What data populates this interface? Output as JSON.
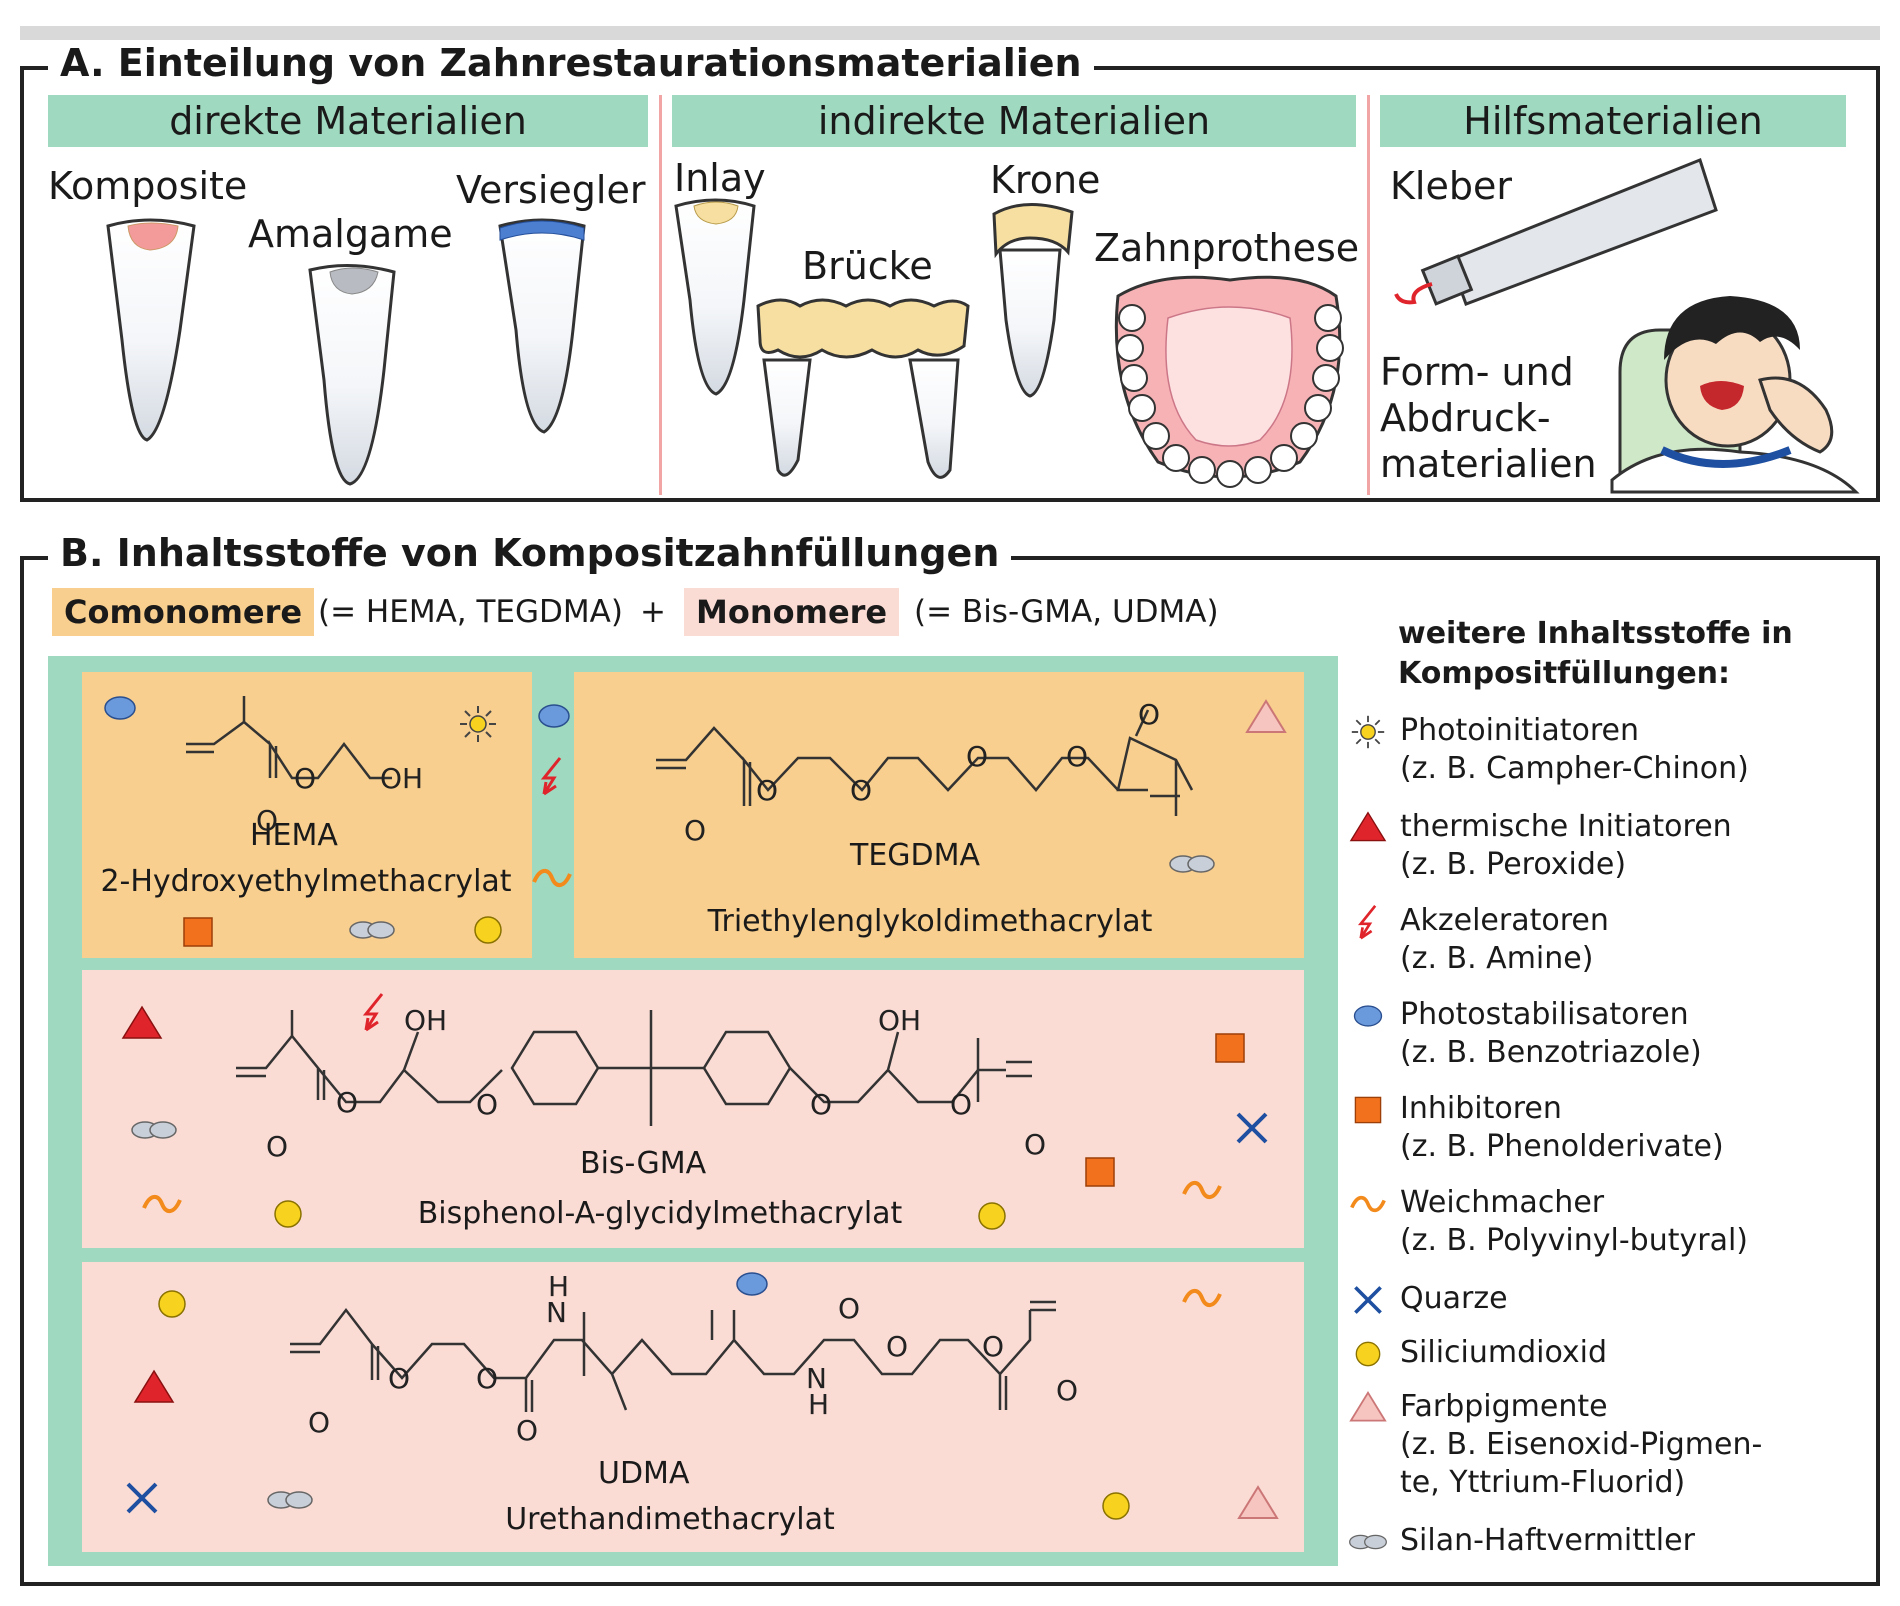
{
  "panel_a": {
    "title": "A. Einteilung von Zahnrestaurationsmaterialien",
    "headers": {
      "direct": "direkte Materialien",
      "indirect": "indirekte Materialien",
      "auxiliary": "Hilfsmaterialien"
    },
    "items": {
      "komposite": "Komposite",
      "amalgame": "Amalgame",
      "versiegler": "Versiegler",
      "inlay": "Inlay",
      "bruecke": "Brücke",
      "krone": "Krone",
      "zahnprothese": "Zahnprothese",
      "kleber": "Kleber",
      "form_line1": "Form- und",
      "form_line2": "Abdruck-",
      "form_line3": "materialien"
    }
  },
  "panel_b": {
    "title": "B. Inhaltsstoffe von Kompositzahnfüllungen",
    "comonomere_label": "Comonomere",
    "comonomere_note": "(= HEMA, TEGDMA)",
    "plus": "+",
    "monomere_label": "Monomere",
    "monomere_note": "(= Bis-GMA, UDMA)",
    "molecules": {
      "hema_name": "HEMA",
      "hema_full": "2-Hydroxyethylmethacrylat",
      "tegdma_name": "TEGDMA",
      "tegdma_full": "Triethylenglykoldimethacrylat",
      "bisgma_name": "Bis-GMA",
      "bisgma_full": "Bisphenol-A-glycidylmethacrylat",
      "udma_name": "UDMA",
      "udma_full": "Urethandimethacrylat"
    },
    "atoms": {
      "o": "O",
      "oh": "OH",
      "n": "N",
      "h": "H"
    },
    "legend_heading_1": "weitere Inhaltsstoffe in",
    "legend_heading_2": "Kompositfüllungen:",
    "legend": [
      {
        "l1": "Photoinitiatoren",
        "l2": "(z. B. Campher-Chinon)",
        "icon": "sun-icon"
      },
      {
        "l1": "thermische Initiatoren",
        "l2": "(z. B. Peroxide)",
        "icon": "red-triangle-icon"
      },
      {
        "l1": "Akzeleratoren",
        "l2": "(z. B. Amine)",
        "icon": "lightning-icon"
      },
      {
        "l1": "Photostabilisatoren",
        "l2": "(z. B. Benzotriazole)",
        "icon": "blue-oval-icon"
      },
      {
        "l1": "Inhibitoren",
        "l2": "(z. B. Phenolderivate)",
        "icon": "orange-square-icon"
      },
      {
        "l1": "Weichmacher",
        "l2": "(z. B. Polyvinyl-butyral)",
        "icon": "wave-icon"
      },
      {
        "l1": "Quarze",
        "l2": "",
        "icon": "blue-cross-icon"
      },
      {
        "l1": "Siliciumdioxid",
        "l2": "",
        "icon": "yellow-circle-icon"
      },
      {
        "l1": "Farbpigmente",
        "l2": "(z. B. Eisenoxid-Pigmen-",
        "l3": "te, Yttrium-Fluorid)",
        "icon": "pink-triangle-icon"
      },
      {
        "l1": "Silan-Haftvermittler",
        "l2": "",
        "icon": "double-oval-icon"
      }
    ]
  },
  "colors": {
    "mint": "#9fd9bf",
    "orange_bg": "#f8cf8e",
    "pink_bg": "#fbdcd5",
    "red": "#e0242b",
    "blue": "#1e4fa0",
    "yellow": "#f7d21e"
  }
}
